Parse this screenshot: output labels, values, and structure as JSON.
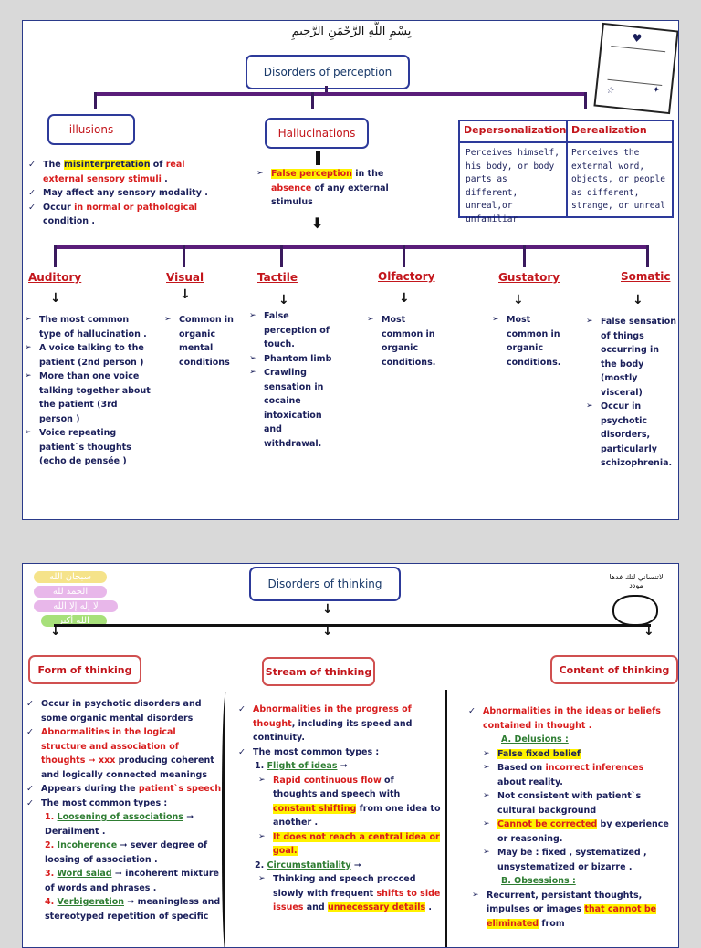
{
  "perception": {
    "basmala": "بِسْمِ اللَّهِ الرَّحْمَٰنِ الرَّحِيمِ",
    "title": "Disorders of perception",
    "illusions": {
      "label": "illusions",
      "points": [
        {
          "a": "The ",
          "b": "misinterpretation",
          "c": " of ",
          "d": "real external sensory stimuli",
          "e": " ."
        },
        {
          "text": "May affect any sensory modality ."
        },
        {
          "a": "Occur ",
          "d": "in normal or pathological",
          "e": " condition ."
        }
      ]
    },
    "hallucinations": {
      "label": "Hallucinations",
      "def_a": "False perception",
      "def_b": " in the ",
      "def_c": "absence",
      "def_d": " of any external stimulus"
    },
    "table": {
      "col1_head": "Depersonalization",
      "col2_head": "Derealization",
      "col1_body": "Perceives himself, his body, or body parts as different, unreal,or unfamiliar",
      "col2_body": "Perceives the external word, objects, or people as different, strange, or unreal"
    },
    "types": [
      {
        "label": "Auditory",
        "items": [
          "The most common type of hallucination .",
          "A voice talking to the patient (2nd person )",
          "More than one voice talking together about the patient (3rd person )",
          "Voice repeating patient`s thoughts (echo de pensée )"
        ]
      },
      {
        "label": "Visual",
        "items": [
          "Common in organic mental conditions"
        ]
      },
      {
        "label": "Tactile",
        "items": [
          "False perception of touch.",
          "Phantom limb",
          "Crawling sensation in cocaine intoxication and withdrawal."
        ]
      },
      {
        "label": "Olfactory",
        "items": [
          "Most common in organic conditions."
        ]
      },
      {
        "label": "Gustatory",
        "items": [
          "Most common in organic conditions."
        ]
      },
      {
        "label": "Somatic",
        "items": [
          "False sensation of things occurring in the body (mostly visceral)",
          "Occur in psychotic disorders, particularly schizophrenia."
        ]
      }
    ]
  },
  "thinking": {
    "title": "Disorders of thinking",
    "stickers": [
      "سبحان الله",
      "الحمد لله",
      "لا إله إلا الله",
      "الله أكبر"
    ],
    "doodle_caption": "لاتنساني لتك فدها مودد",
    "form": {
      "label": "Form of thinking",
      "p1": "Occur in psychotic disorders and some organic mental disorders",
      "p2": "Abnormalities in the logical structure and association of thoughts",
      "p2b": " producing coherent and logically connected meanings",
      "p3a": "Appears during the ",
      "p3b": "patient`s speech",
      "p4": "The most common types :",
      "types": [
        {
          "n": "1.",
          "name": "Loosening of associations",
          "desc": "Derailment ."
        },
        {
          "n": "2.",
          "name": "Incoherence",
          "desc": "sever degree of loosing of association ."
        },
        {
          "n": "3.",
          "name": "Word salad",
          "desc": "incoherent mixture of words and phrases ."
        },
        {
          "n": "4.",
          "name": "Verbigeration",
          "desc": "meaningless and stereotyped repetition of specific"
        }
      ]
    },
    "stream": {
      "label": "Stream of thinking",
      "p1": "Abnormalities in the progress of thought",
      "p1b": ", including its speed and continuity.",
      "p2": "The most common types :",
      "t1_n": "1.",
      "t1": "Flight of ideas",
      "t1a": "Rapid continuous flow",
      "t1a_b": " of thoughts and speech with ",
      "t1a_c": "constant shifting",
      "t1a_d": " from one idea to another .",
      "t1b": "It does not reach a central idea or goal.",
      "t2_n": "2.",
      "t2": "Circumstantiality",
      "t2a": "Thinking and speech procced slowly with frequent ",
      "t2a_b": "shifts to side issues",
      "t2a_c": " and ",
      "t2a_d": "unnecessary details",
      "t2a_e": " ."
    },
    "content": {
      "label": "Content of thinking",
      "p1": "Abnormalities in the ideas or beliefs contained in thought .",
      "a_head": "A. Delusions :",
      "d1": "False fixed belief",
      "d2a": "Based on ",
      "d2b": "incorrect inferences",
      "d2c": " about reality.",
      "d3": "Not consistent with patient`s cultural background",
      "d4a": "Cannot be corrected",
      "d4b": " by experience or reasoning.",
      "d5": "May be : fixed , systematized , unsystematized or bizarre .",
      "b_head": "B. Obsessions :",
      "o1a": "Recurrent, persistant thoughts, impulses or images ",
      "o1b": "that cannot be eliminated",
      "o1c": " from"
    }
  }
}
